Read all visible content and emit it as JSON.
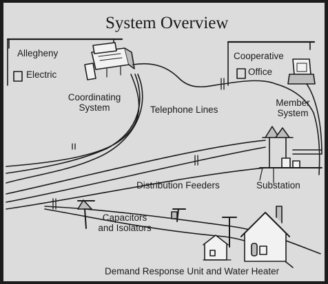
{
  "diagram": {
    "title": "System Overview",
    "labels": {
      "allegheny_line1": "Allegheny",
      "allegheny_line2": "Electric",
      "coordinating_line1": "Coordinating",
      "coordinating_line2": "System",
      "telephone_lines": "Telephone Lines",
      "cooperative_line1": "Cooperative",
      "cooperative_line2": "Office",
      "member_line1": "Member",
      "member_line2": "System",
      "distribution_feeders": "Distribution Feeders",
      "substation": "Substation",
      "capacitors_line1": "Capacitors",
      "capacitors_line2": "and Isolators",
      "demand_response": "Demand Response Unit and Water Heater"
    },
    "icons": [
      "building-icon",
      "computer-terminal-icon",
      "home-computer-icon",
      "substation-icon",
      "utility-pole-icon",
      "house-icon",
      "water-heater-icon"
    ],
    "colors": {
      "background": "#dcdcdc",
      "ink": "#1a1a1a",
      "frame": "#1c1c1c"
    }
  }
}
